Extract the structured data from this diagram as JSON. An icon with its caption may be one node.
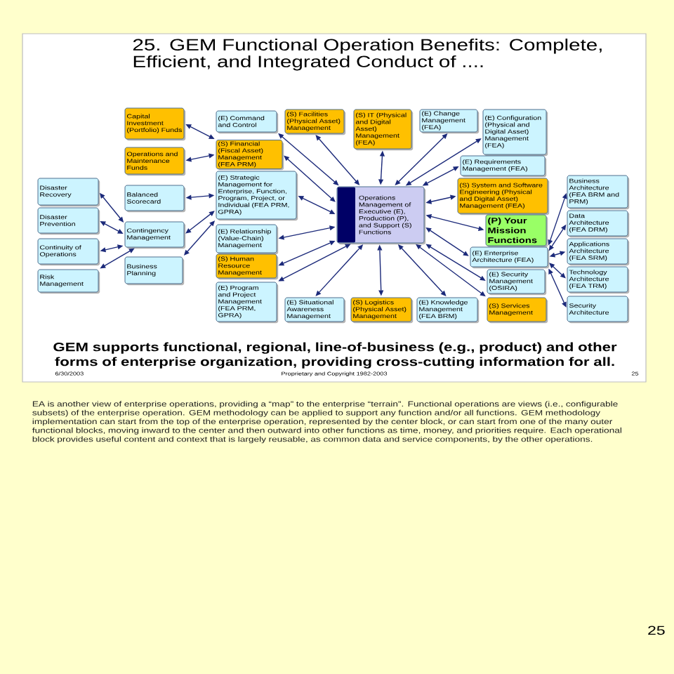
{
  "diagram": {
    "title": "25. GEM Functional Operation Benefits:  Complete, Efficient, and Integrated Conduct of ....",
    "caption": "GEM supports functional, regional, line-of-business (e.g., product) and other forms of enterprise organization, providing cross-cutting information for all.",
    "nodes": [
      {
        "text": [
          "Capital Investment (Portfolio) Funds"
        ]
      },
      {
        "text": [
          "(E) Command and Control"
        ]
      },
      {
        "text": [
          "(S) Facilities (Physical Asset) Management"
        ]
      },
      {
        "text": [
          "(S) IT (Physical and Digital Asset) Management (FEA)"
        ]
      },
      {
        "text": [
          "(E) Change Management (FEA)"
        ]
      },
      {
        "text": [
          "(E) Configuration (Physical and Digital Asset) Management (FEA)"
        ]
      },
      {
        "text": [
          "(S) Financial (Fiscal Asset) Management (FEA PRM)"
        ]
      },
      {
        "text": [
          "Operations and Maintenance Funds"
        ]
      },
      {
        "text": [
          "(E) Requirements Management (FEA)"
        ]
      },
      {
        "text": [
          "Disaster Recovery"
        ]
      },
      {
        "text": [
          "Balanced Scorecard"
        ]
      },
      {
        "text": [
          "(E) Strategic Management for Enterprise, Function, Program, Project, or Individual (FEA PRM, GPRA)"
        ]
      },
      {
        "text": [
          "(S) System and Software Engineering (Physical and Digital Asset) Management (FEA)"
        ]
      },
      {
        "text": [
          "Business Architecture (FEA BRM and PRM)"
        ]
      },
      {
        "text": [
          "Operations Management of Executive (E), Production (P), and Support (S) Functions"
        ]
      },
      {
        "text": [
          "Disaster Prevention"
        ]
      },
      {
        "text": [
          "Data Architecture (FEA DRM)"
        ]
      },
      {
        "text": [
          "(P) Your Mission Functions"
        ]
      },
      {
        "text": [
          "Contingency Management"
        ]
      },
      {
        "text": [
          "(E) Relationship (Value-Chain) Management"
        ]
      },
      {
        "text": [
          "Continuity of Operations"
        ]
      },
      {
        "text": [
          "Applications Architecture (FEA SRM)"
        ]
      },
      {
        "text": [
          "(E) Enterprise Architecture (FEA)"
        ]
      },
      {
        "text": [
          "(S) Human Resource Management"
        ]
      },
      {
        "text": [
          "Business Planning"
        ]
      },
      {
        "text": [
          "Risk Management"
        ]
      },
      {
        "text": [
          "(E) Security Management (OSIRA)"
        ]
      },
      {
        "text": [
          "Technology Architecture (FEA TRM)"
        ]
      },
      {
        "text": [
          "(E) Program and Project Management (FEA PRM, GPRA)"
        ]
      },
      {
        "text": [
          "(E) Situational Awareness Management"
        ]
      },
      {
        "text": [
          "(S) Logistics (Physical Asset) Management"
        ]
      },
      {
        "text": [
          "(E) Knowledge Management (FEA BRM)"
        ]
      },
      {
        "text": [
          "(S) Services Management"
        ]
      },
      {
        "text": [
          "Security Architecture"
        ]
      }
    ],
    "edges": [
      {
        "from": 0,
        "to": 6,
        "arrow": "both"
      },
      {
        "from": 7,
        "to": 6,
        "arrow": "both"
      },
      {
        "from": 10,
        "to": 11,
        "arrow": "both"
      },
      {
        "from": 18,
        "to": 11,
        "arrow": "both"
      },
      {
        "from": 24,
        "to": 11,
        "arrow": "both"
      },
      {
        "from": 9,
        "to": 18,
        "arrow": "both"
      },
      {
        "from": 15,
        "to": 18,
        "arrow": "both"
      },
      {
        "from": 20,
        "to": 18,
        "arrow": "both"
      },
      {
        "from": 25,
        "to": 18,
        "arrow": "both"
      },
      {
        "from": 1,
        "to": 14,
        "arrow": "both"
      },
      {
        "from": 2,
        "to": 14,
        "arrow": "both"
      },
      {
        "from": 3,
        "to": 14,
        "arrow": "both"
      },
      {
        "from": 4,
        "to": 14,
        "arrow": "both"
      },
      {
        "from": 5,
        "to": 14,
        "arrow": "both"
      },
      {
        "from": 8,
        "to": 14,
        "arrow": "both"
      },
      {
        "from": 6,
        "to": 14,
        "arrow": "both"
      },
      {
        "from": 11,
        "to": 14,
        "arrow": "both"
      },
      {
        "from": 12,
        "to": 14,
        "arrow": "both"
      },
      {
        "from": 19,
        "to": 14,
        "arrow": "both"
      },
      {
        "from": 23,
        "to": 14,
        "arrow": "both"
      },
      {
        "from": 28,
        "to": 14,
        "arrow": "both"
      },
      {
        "from": 29,
        "to": 14,
        "arrow": "both"
      },
      {
        "from": 30,
        "to": 14,
        "arrow": "both"
      },
      {
        "from": 31,
        "to": 14,
        "arrow": "both"
      },
      {
        "from": 32,
        "to": 14,
        "arrow": "both"
      },
      {
        "from": 14,
        "to": 17,
        "arrow": "both"
      },
      {
        "from": 14,
        "to": 22,
        "arrow": "both"
      },
      {
        "from": 14,
        "to": 26,
        "arrow": "both"
      },
      {
        "from": 22,
        "to": 13,
        "arrow": "both"
      },
      {
        "from": 22,
        "to": 16,
        "arrow": "both"
      },
      {
        "from": 22,
        "to": 21,
        "arrow": "both"
      },
      {
        "from": 22,
        "to": 27,
        "arrow": "both"
      },
      {
        "from": 22,
        "to": 33,
        "arrow": "both"
      }
    ],
    "labels": [
      "6/30/2003",
      "Proprietary and Copyright 1982-2003",
      "25",
      "EA is another view of enterprise operations, providing a “map” to the enterprise “terrain”.  Functional operations are views (i.e., configurable subsets) of the enterprise operation.  GEM methodology can be applied to support any function and/or all functions.  GEM methodology implementation can start from the top of the enterprise operation, represented by the center block, or can start from one of the many outer functional blocks, moving inward to the center and then outward into other functions as time, money, and priorities require.  Each operational block provides useful content and context that is largely reusable, as common data and service components, by the other operations.",
      "25"
    ]
  }
}
